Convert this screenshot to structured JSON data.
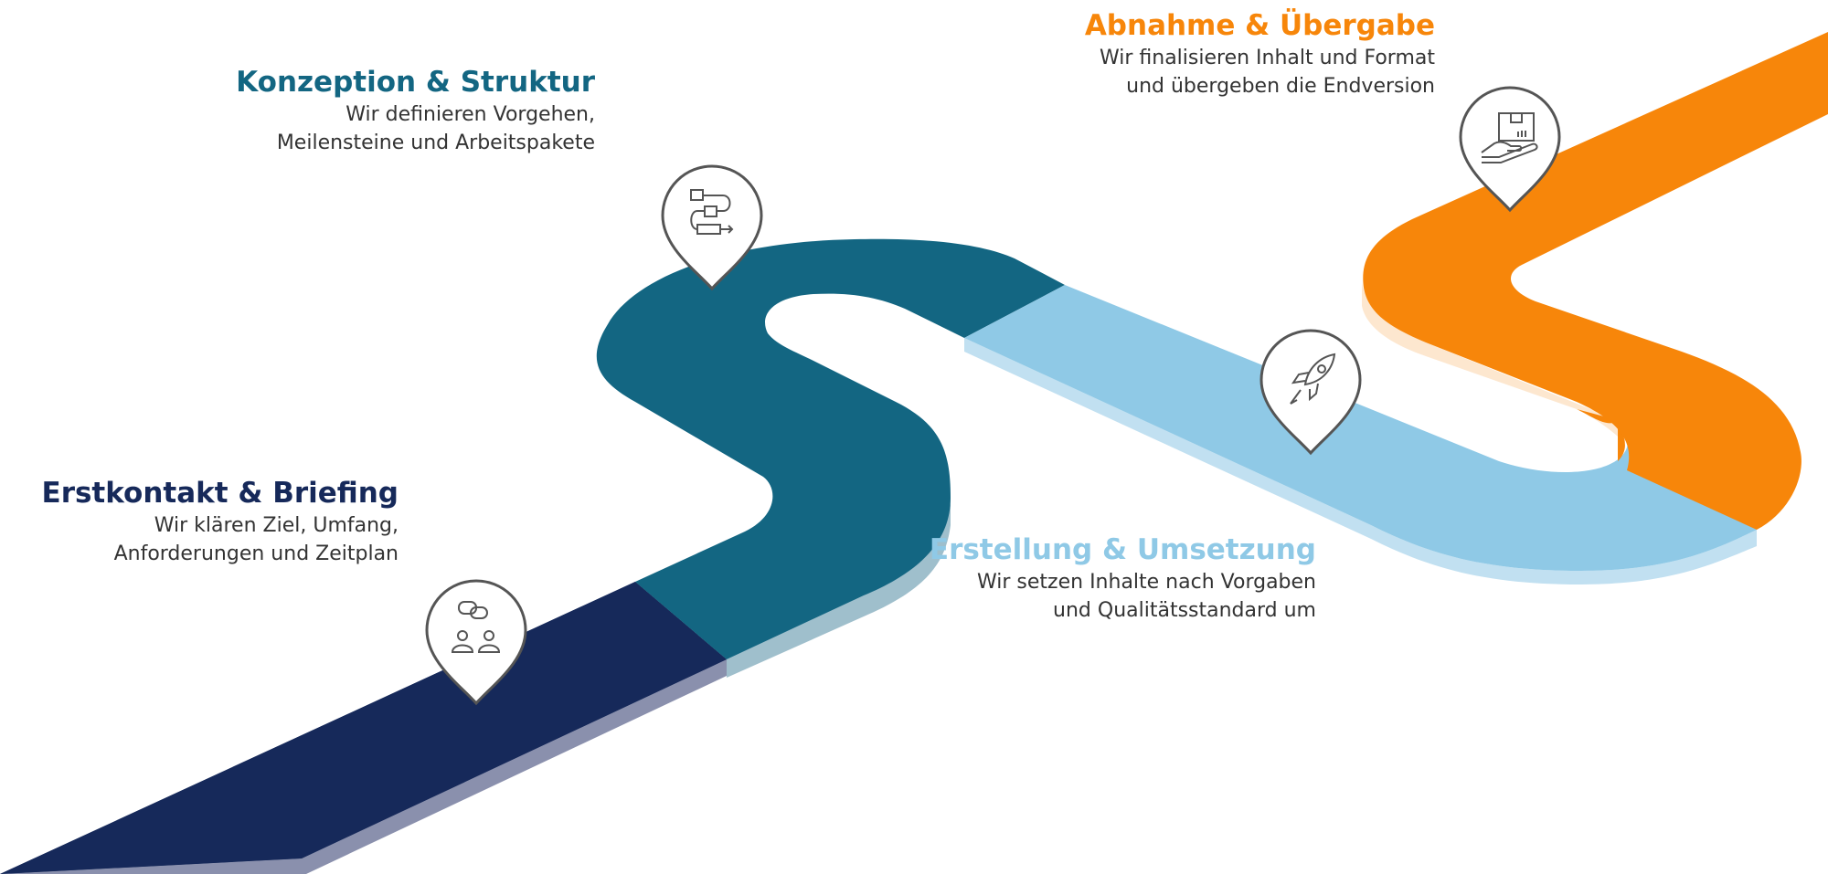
{
  "phases": [
    {
      "title": "Erstkontakt & Briefing",
      "desc_line1": "Wir klären Ziel, Umfang,",
      "desc_line2": "Anforderungen und Zeitplan",
      "color": "#16295a",
      "icon": "people-chat-icon"
    },
    {
      "title": "Konzeption & Struktur",
      "desc_line1": "Wir definieren Vorgehen,",
      "desc_line2": "Meilensteine und Arbeitspakete",
      "color": "#136682",
      "icon": "flowchart-icon"
    },
    {
      "title": "Erstellung & Umsetzung",
      "desc_line1": "Wir setzen Inhalte nach Vorgaben",
      "desc_line2": "und Qualitätsstandard um",
      "color": "#8fc9e6",
      "icon": "rocket-icon"
    },
    {
      "title": "Abnahme & Übergabe",
      "desc_line1": "Wir finalisieren Inhalt und Format",
      "desc_line2": "und übergeben die Endversion",
      "color": "#f7860a",
      "icon": "package-hand-icon"
    }
  ]
}
